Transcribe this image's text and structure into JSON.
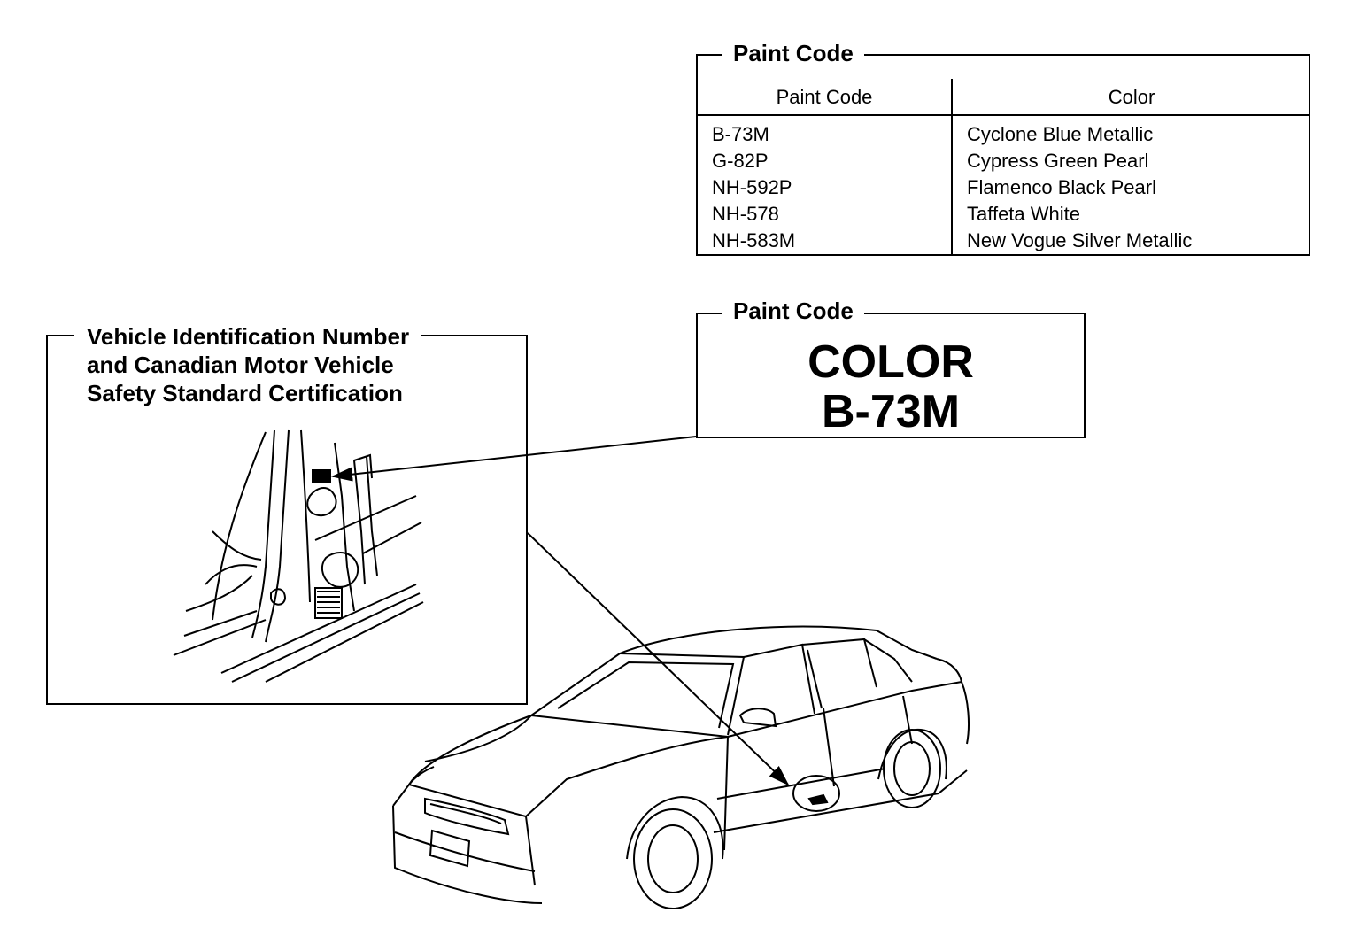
{
  "paint_code_table": {
    "title": "Paint Code",
    "headers": {
      "code": "Paint Code",
      "color": "Color"
    },
    "rows": [
      {
        "code": "B-73M",
        "color": "Cyclone Blue Metallic"
      },
      {
        "code": "G-82P",
        "color": "Cypress Green Pearl"
      },
      {
        "code": "NH-592P",
        "color": "Flamenco Black Pearl"
      },
      {
        "code": "NH-578",
        "color": "Taffeta White"
      },
      {
        "code": "NH-583M",
        "color": "New Vogue Silver Metallic"
      }
    ]
  },
  "paint_code_label": {
    "title": "Paint Code",
    "line1": "COLOR",
    "line2": "B-73M"
  },
  "vin_detail": {
    "title_lines": [
      "Vehicle Identification Number",
      "and Canadian Motor Vehicle",
      "Safety Standard Certification"
    ]
  }
}
